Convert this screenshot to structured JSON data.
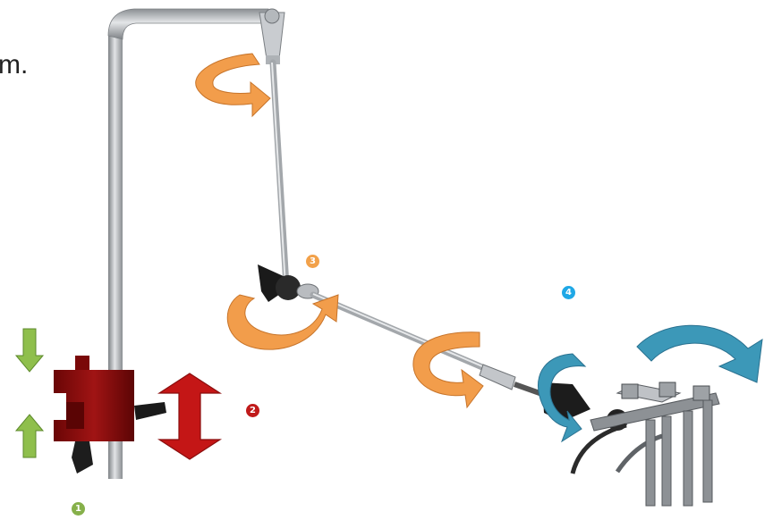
{
  "caption_fragment": "m.",
  "markers": [
    {
      "label": "1",
      "color": "#86b04a"
    },
    {
      "label": "2",
      "color": "#c01a1a"
    },
    {
      "label": "3",
      "color": "#f2a14a"
    },
    {
      "label": "4",
      "color": "#1fa8e6"
    }
  ],
  "colors": {
    "rod": "#a9adb1",
    "clamp_red": "#8e0c0c",
    "arrow_orange": "#f29d4b",
    "arrow_red": "#c41616",
    "arrow_green": "#8fbf4c",
    "arrow_blue": "#3c98b8"
  }
}
